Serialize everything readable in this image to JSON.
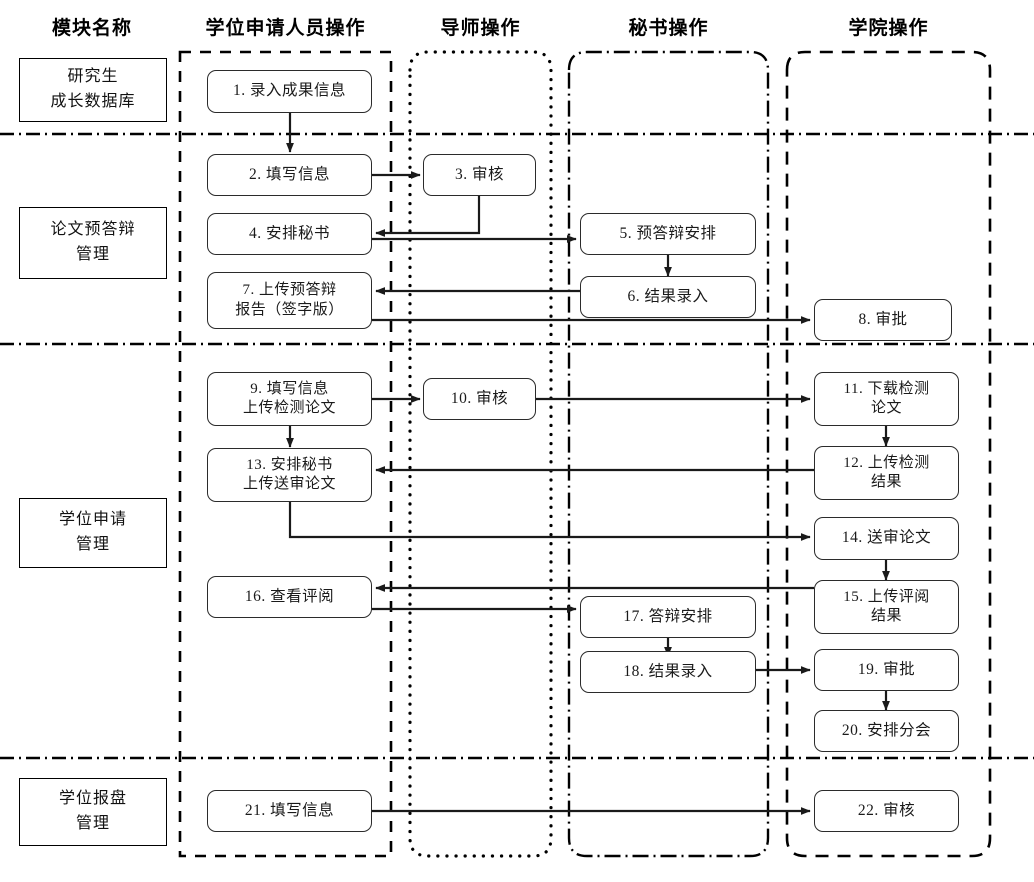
{
  "diagram": {
    "title_row": {
      "module_col_label": "模块名称",
      "lanes": [
        {
          "id": "applicant",
          "label": "学位申请人员操作",
          "border_style": "dashed"
        },
        {
          "id": "advisor",
          "label": "导师操作",
          "border_style": "dotted"
        },
        {
          "id": "secretary",
          "label": "秘书操作",
          "border_style": "dash-dot"
        },
        {
          "id": "college",
          "label": "学院操作",
          "border_style": "dashed"
        }
      ]
    },
    "modules": [
      {
        "id": "module-1",
        "label": "研究生\n成长数据库",
        "line1": "研究生",
        "line2": "成长数据库"
      },
      {
        "id": "module-2",
        "label": "论文预答辩\n管理",
        "line1": "论文预答辩",
        "line2": "管理"
      },
      {
        "id": "module-3",
        "label": "学位申请\n管理",
        "line1": "学位申请",
        "line2": "管理"
      },
      {
        "id": "module-4",
        "label": "学位报盘\n管理",
        "line1": "学位报盘",
        "line2": "管理"
      }
    ],
    "nodes": [
      {
        "n": 1,
        "lane": "applicant",
        "text": "1. 录入成果信息",
        "lines": [
          "1. 录入成果信息"
        ]
      },
      {
        "n": 2,
        "lane": "applicant",
        "text": "2. 填写信息",
        "lines": [
          "2. 填写信息"
        ]
      },
      {
        "n": 3,
        "lane": "advisor",
        "text": "3. 审核",
        "lines": [
          "3. 审核"
        ]
      },
      {
        "n": 4,
        "lane": "applicant",
        "text": "4. 安排秘书",
        "lines": [
          "4. 安排秘书"
        ]
      },
      {
        "n": 5,
        "lane": "secretary",
        "text": "5. 预答辩安排",
        "lines": [
          "5. 预答辩安排"
        ]
      },
      {
        "n": 6,
        "lane": "secretary",
        "text": "6. 结果录入",
        "lines": [
          "6. 结果录入"
        ]
      },
      {
        "n": 7,
        "lane": "applicant",
        "text": "7. 上传预答辩报告（签字版）",
        "lines": [
          "7. 上传预答辩",
          "报告（签字版）"
        ]
      },
      {
        "n": 8,
        "lane": "college",
        "text": "8. 审批",
        "lines": [
          "8. 审批"
        ]
      },
      {
        "n": 9,
        "lane": "applicant",
        "text": "9. 填写信息 上传检测论文",
        "lines": [
          "9. 填写信息",
          "上传检测论文"
        ]
      },
      {
        "n": 10,
        "lane": "advisor",
        "text": "10. 审核",
        "lines": [
          "10. 审核"
        ]
      },
      {
        "n": 11,
        "lane": "college",
        "text": "11. 下载检测论文",
        "lines": [
          "11. 下载检测",
          "论文"
        ]
      },
      {
        "n": 12,
        "lane": "college",
        "text": "12. 上传检测结果",
        "lines": [
          "12. 上传检测",
          "结果"
        ]
      },
      {
        "n": 13,
        "lane": "applicant",
        "text": "13. 安排秘书 上传送审论文",
        "lines": [
          "13. 安排秘书",
          "上传送审论文"
        ]
      },
      {
        "n": 14,
        "lane": "college",
        "text": "14. 送审论文",
        "lines": [
          "14. 送审论文"
        ]
      },
      {
        "n": 15,
        "lane": "college",
        "text": "15. 上传评阅结果",
        "lines": [
          "15. 上传评阅",
          "结果"
        ]
      },
      {
        "n": 16,
        "lane": "applicant",
        "text": "16. 查看评阅",
        "lines": [
          "16. 查看评阅"
        ]
      },
      {
        "n": 17,
        "lane": "secretary",
        "text": "17. 答辩安排",
        "lines": [
          "17. 答辩安排"
        ]
      },
      {
        "n": 18,
        "lane": "secretary",
        "text": "18. 结果录入",
        "lines": [
          "18. 结果录入"
        ]
      },
      {
        "n": 19,
        "lane": "college",
        "text": "19. 审批",
        "lines": [
          "19. 审批"
        ]
      },
      {
        "n": 20,
        "lane": "college",
        "text": "20. 安排分会",
        "lines": [
          "20. 安排分会"
        ]
      },
      {
        "n": 21,
        "lane": "applicant",
        "text": "21. 填写信息",
        "lines": [
          "21. 填写信息"
        ]
      },
      {
        "n": 22,
        "lane": "college",
        "text": "22. 审核",
        "lines": [
          "22. 审核"
        ]
      }
    ],
    "edges": [
      {
        "from": 1,
        "to": 2,
        "kind": "vertical"
      },
      {
        "from": 2,
        "to": 3,
        "kind": "horizontal-right"
      },
      {
        "from": 3,
        "to": 4,
        "kind": "elbow-left"
      },
      {
        "from": 4,
        "to": 5,
        "kind": "horizontal-right"
      },
      {
        "from": 5,
        "to": 6,
        "kind": "vertical"
      },
      {
        "from": 6,
        "to": 7,
        "kind": "horizontal-left"
      },
      {
        "from": 7,
        "to": 8,
        "kind": "horizontal-right"
      },
      {
        "from": 9,
        "to": 10,
        "kind": "horizontal-right"
      },
      {
        "from": 10,
        "to": 11,
        "kind": "horizontal-right"
      },
      {
        "from": 11,
        "to": 12,
        "kind": "vertical"
      },
      {
        "from": 12,
        "to": 13,
        "kind": "horizontal-left"
      },
      {
        "from": 9,
        "to": 13,
        "kind": "vertical"
      },
      {
        "from": 13,
        "to": 14,
        "kind": "elbow-right"
      },
      {
        "from": 14,
        "to": 15,
        "kind": "vertical"
      },
      {
        "from": 15,
        "to": 16,
        "kind": "horizontal-left"
      },
      {
        "from": 16,
        "to": 17,
        "kind": "horizontal-right"
      },
      {
        "from": 17,
        "to": 18,
        "kind": "vertical"
      },
      {
        "from": 18,
        "to": 19,
        "kind": "horizontal-right"
      },
      {
        "from": 19,
        "to": 20,
        "kind": "vertical"
      },
      {
        "from": 21,
        "to": 22,
        "kind": "horizontal-right"
      }
    ],
    "colors": {
      "stroke": "#000000",
      "node_stroke": "#2b2b2b",
      "background": "#ffffff"
    }
  }
}
